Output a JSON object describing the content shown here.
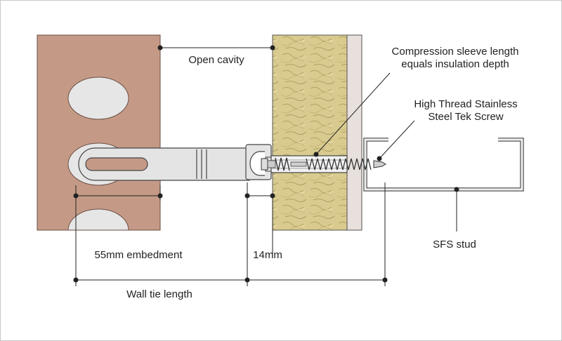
{
  "labels": {
    "open_cavity": "Open cavity",
    "compression_sleeve_line1": "Compression sleeve length",
    "compression_sleeve_line2": "equals insulation depth",
    "tek_screw_line1": "High Thread Stainless",
    "tek_screw_line2": "Steel Tek Screw",
    "embedment": "55mm embedment",
    "gap": "14mm",
    "sfs_stud": "SFS stud",
    "wall_tie_length": "Wall tie length"
  },
  "colors": {
    "brick": "#c49a87",
    "brick_hole": "#e6e6e6",
    "insulation": "#d8ca8e",
    "board": "#e8e0dc",
    "metal": "#e4e4e4",
    "line": "#222222"
  }
}
